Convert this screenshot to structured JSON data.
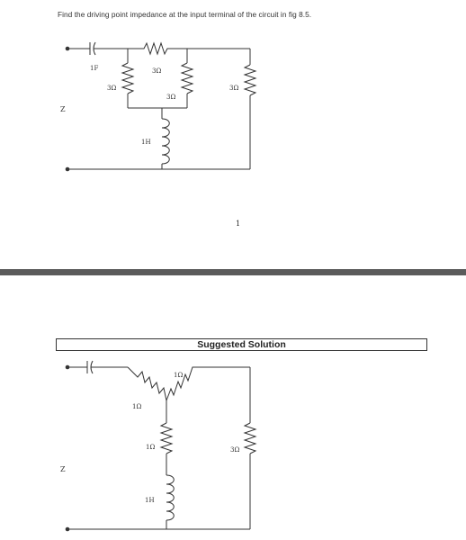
{
  "question": "Find the driving point impedance at the input terminal of the circuit in fig 8.5.",
  "page_number": "1",
  "solution_title": "Suggested Solution",
  "circuit_1": {
    "port_label": "Z",
    "capacitor_label": "1F",
    "resistor_top_label": "3Ω",
    "resistor_left_label": "3Ω",
    "resistor_middle_label": "3Ω",
    "resistor_right_label": "3Ω",
    "inductor_label": "1H"
  },
  "circuit_2": {
    "port_label": "Z",
    "resistor_left_label": "1Ω",
    "resistor_right_label": "1Ω",
    "resistor_center_label": "1Ω",
    "resistor_shunt_label": "3Ω",
    "inductor_label": "1H"
  }
}
